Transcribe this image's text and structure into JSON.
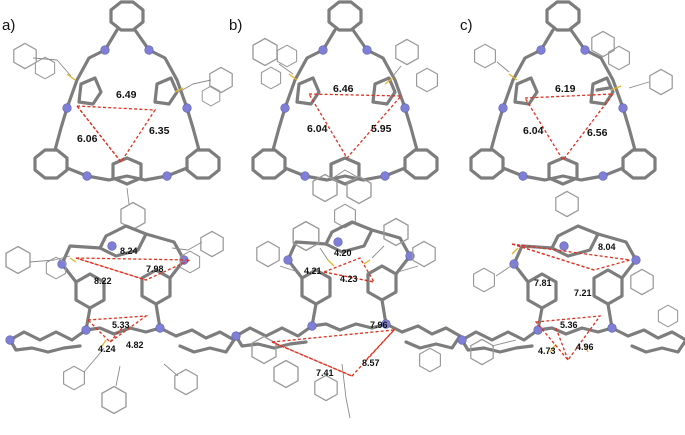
{
  "panels": [
    {
      "label": "a)"
    },
    {
      "label": "b)"
    },
    {
      "label": "c)"
    }
  ],
  "distances": {
    "a_top": [
      "6.49",
      "6.06",
      "6.35"
    ],
    "b_top": [
      "6.46",
      "6.04",
      "5.95"
    ],
    "c_top": [
      "6.19",
      "6.04",
      "6.56"
    ],
    "a_bottom": [
      "8.24",
      "7.98",
      "8.22",
      "5.33",
      "4.24",
      "4.82"
    ],
    "b_bottom": [
      "4.20",
      "4.21",
      "4.23",
      "7.96",
      "7.41",
      "8.57"
    ],
    "c_bottom": [
      "8.04",
      "7.81",
      "7.21",
      "5.36",
      "4.73",
      "4.96"
    ]
  },
  "colors": {
    "bond": "#7d7d7d",
    "nitrogen": "#7f7fd6",
    "sulfur": "#e2b62a",
    "dashed_contact": "#e0301e"
  }
}
